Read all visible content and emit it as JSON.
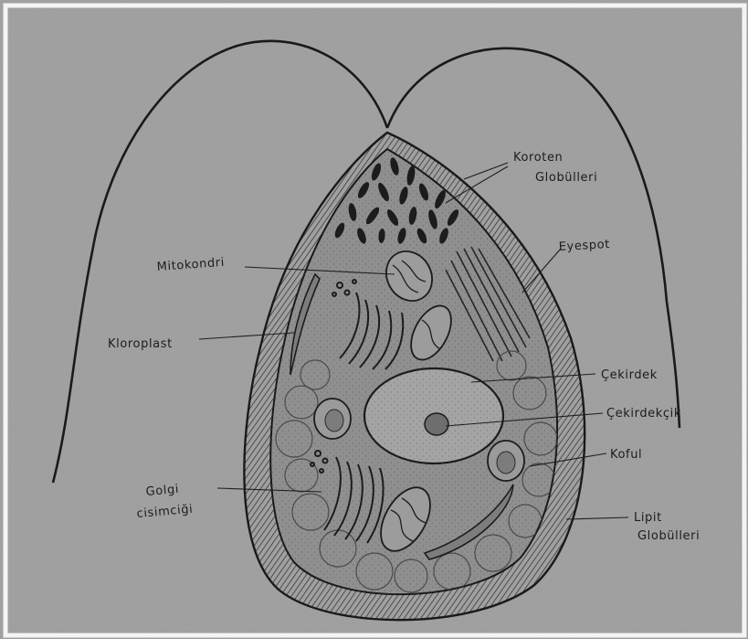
{
  "colors": {
    "paper": "#9a9a9a",
    "ink": "#1c1c1c",
    "cytoplasm": "#8f8f8f",
    "nucleus": "#a4a4a4"
  },
  "labels": {
    "koroten_line1": "Koroten",
    "koroten_line2": "Globülleri",
    "eyespot": "Eyespot",
    "mitokondri": "Mitokondri",
    "kloroplast": "Kloroplast",
    "cekirdek": "Çekirdek",
    "cekirdekcik": "Çekirdekçik",
    "koful": "Koful",
    "golgi_line1": "Golgi",
    "golgi_line2": "cisimciği",
    "lipit_line1": "Lipit",
    "lipit_line2": "Globülleri"
  }
}
